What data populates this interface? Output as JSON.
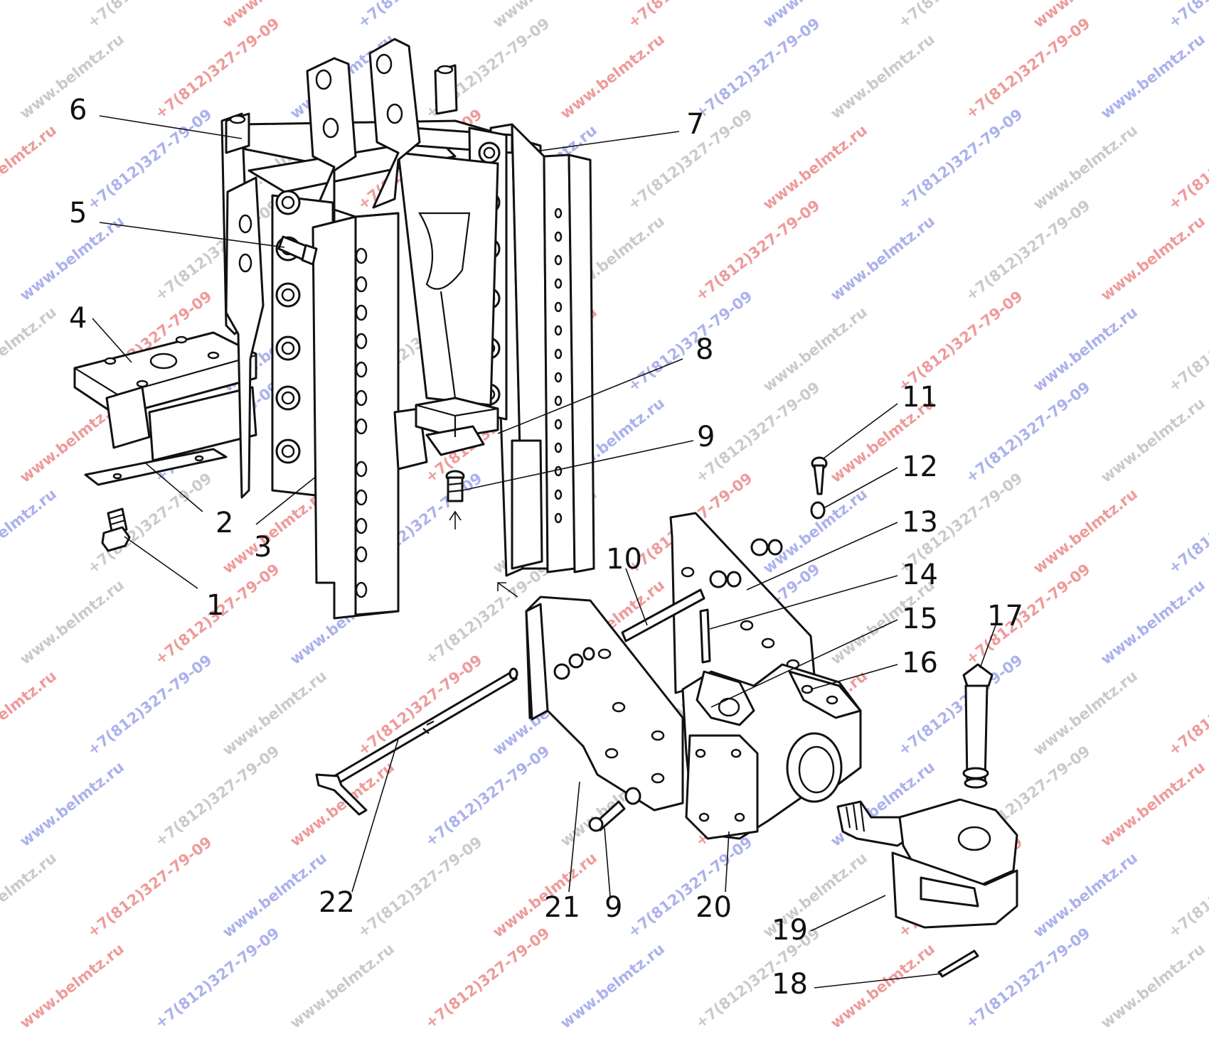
{
  "watermarks": {
    "site": "www.belmtz.ru",
    "phone": "+7(812)327-79-09"
  },
  "colors": {
    "line": "#111111",
    "watermark_red": "#e87a7a",
    "watermark_blue": "#8f98e6",
    "watermark_grey": "#b8b8b8"
  },
  "labels": {
    "n1": "1",
    "n2": "2",
    "n3": "3",
    "n4": "4",
    "n5": "5",
    "n6": "6",
    "n7": "7",
    "n8": "8",
    "n9a": "9",
    "n9b": "9",
    "n10": "10",
    "n11": "11",
    "n12": "12",
    "n13": "13",
    "n14": "14",
    "n15": "15",
    "n16": "16",
    "n17": "17",
    "n18": "18",
    "n19": "19",
    "n20": "20",
    "n21": "21",
    "n22": "22"
  }
}
